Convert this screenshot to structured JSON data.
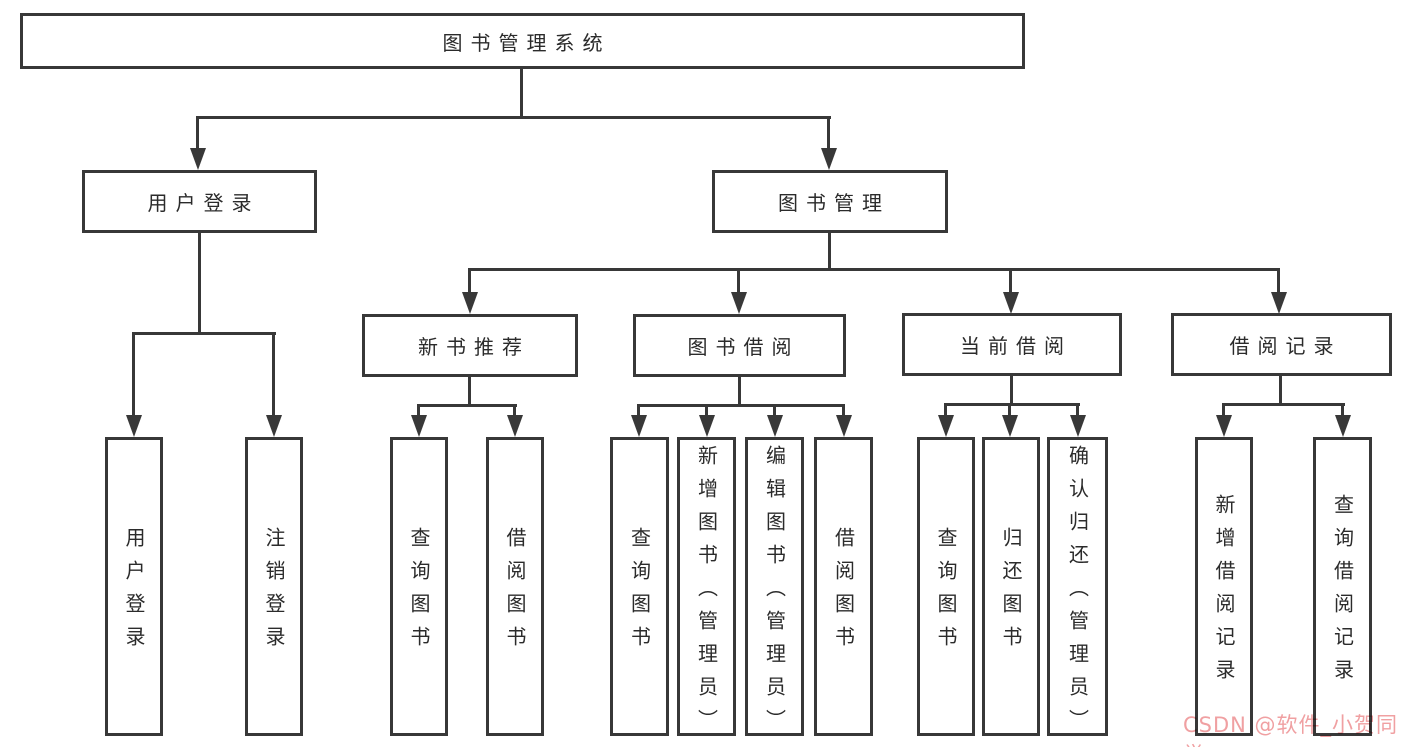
{
  "diagram": {
    "title": "图书管理系统",
    "branches": [
      {
        "label": "用户登录",
        "children": [
          "用户登录",
          "注销登录"
        ]
      },
      {
        "label": "图书管理",
        "sections": [
          {
            "label": "新书推荐",
            "children": [
              "查询图书",
              "借阅图书"
            ]
          },
          {
            "label": "图书借阅",
            "children": [
              "查询图书",
              "新增图书（管理员）",
              "编辑图书（管理员）",
              "借阅图书"
            ]
          },
          {
            "label": "当前借阅",
            "children": [
              "查询图书",
              "归还图书",
              "确认归还（管理员）"
            ]
          },
          {
            "label": "借阅记录",
            "children": [
              "新增借阅记录",
              "查询借阅记录"
            ]
          }
        ]
      }
    ]
  },
  "watermark": {
    "text": "CSDN @软件_小贺同学",
    "color": "#f0a0a2"
  },
  "colors": {
    "line": "#383838",
    "text": "#2b2b2b",
    "background": "#ffffff"
  }
}
